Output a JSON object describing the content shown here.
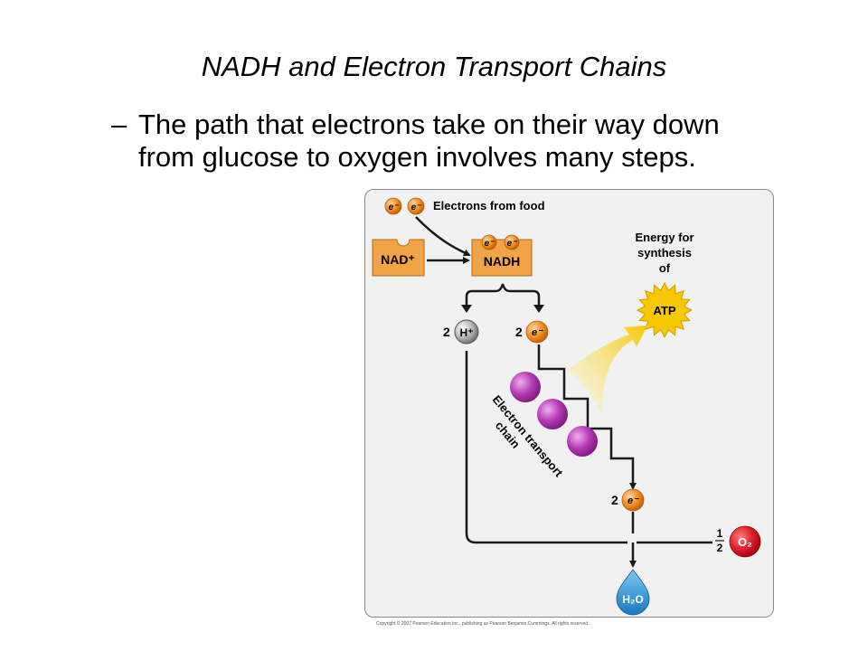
{
  "title": "NADH and Electron Transport Chains",
  "bullet": {
    "dash": "–",
    "text": "The path that electrons take on their way down from glucose to oxygen involves many steps."
  },
  "figure": {
    "electron_symbol": "e⁻",
    "electrons_from_food": "Electrons from food",
    "nad_plus": "NAD⁺",
    "nadh": "NADH",
    "energy_label": [
      "Energy for",
      "synthesis",
      "of"
    ],
    "atp": "ATP",
    "h_plus_count": "2",
    "h_plus": "H⁺",
    "electron_count_top": "2",
    "electron_count_bottom": "2",
    "etc_label": [
      "Electron transport",
      "chain"
    ],
    "half_numerator": "1",
    "half_denominator": "2",
    "o2": "O₂",
    "h2o": "H₂O",
    "copyright": "Copyright © 2007 Pearson Education Inc., publishing as Pearson Benjamin Cummings. All rights reserved."
  },
  "colors": {
    "electron_orange": "#f08a1c",
    "nad_box": "#f0a446",
    "atp_yellow": "#f5c800",
    "carrier_purple": "#b43ab4",
    "oxygen_red": "#e0202a",
    "water_blue": "#2a9ad6",
    "proton_gray": "#9a9a9a"
  }
}
